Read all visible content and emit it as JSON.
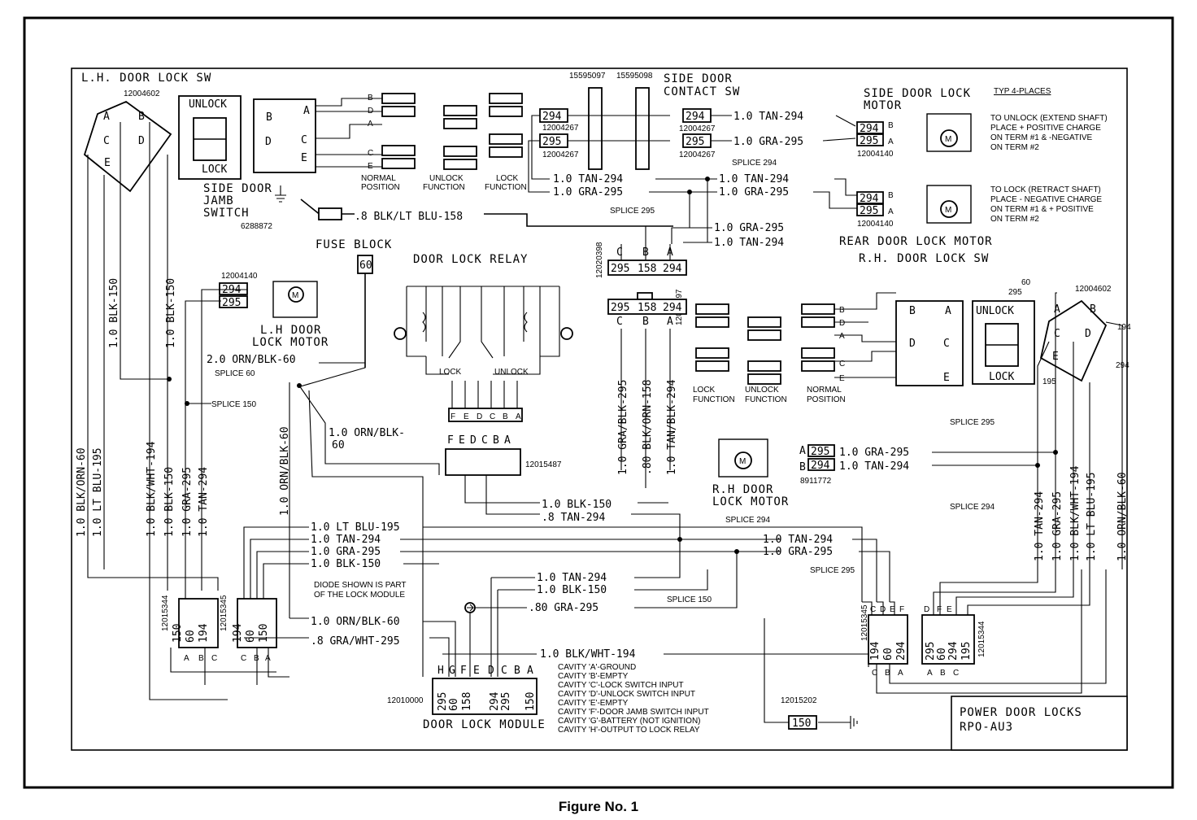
{
  "figure_caption": "Figure No. 1",
  "title_block": {
    "title": "POWER DOOR LOCKS",
    "rpo": "RPO-AU3"
  },
  "note_top": "TYP 4-PLACES",
  "notes": {
    "unlock": [
      "TO UNLOCK (EXTEND SHAFT)",
      "PLACE + POSITIVE CHARGE",
      "ON TERM #1 & -NEGATIVE",
      "ON TERM #2"
    ],
    "lock": [
      "TO LOCK (RETRACT SHAFT)",
      "PLACE - NEGATIVE CHARGE",
      "ON TERM #1 & + POSITIVE",
      "ON TERM #2"
    ]
  },
  "components": {
    "lh_switch": "L.H. DOOR LOCK SW",
    "lh_switch_part": "12004602",
    "unlock": "UNLOCK",
    "lock": "LOCK",
    "side_jamb": [
      "SIDE DOOR",
      "JAMB",
      "SWITCH"
    ],
    "side_jamb_part": "6288872",
    "side_contact": [
      "SIDE DOOR",
      "CONTACT SW"
    ],
    "contact_parts": [
      "15595097",
      "15595098"
    ],
    "side_motor": [
      "SIDE DOOR LOCK",
      "MOTOR"
    ],
    "rear_motor": "REAR DOOR LOCK MOTOR",
    "rh_switch": "R.H. DOOR LOCK SW",
    "rh_switch_part": "12004602",
    "lh_motor": [
      "L.H DOOR",
      "LOCK MOTOR"
    ],
    "rh_motor": [
      "R.H DOOR",
      "LOCK MOTOR"
    ],
    "fuse_block": "FUSE BLOCK",
    "fuse": "60",
    "relay": "DOOR LOCK RELAY",
    "relay_lock": "LOCK",
    "relay_unlock": "UNLOCK",
    "module": "DOOR LOCK MODULE",
    "module_part": "12010000",
    "diode_note": [
      "DIODE SHOWN IS PART",
      "OF THE LOCK MODULE"
    ],
    "ground_part": "12015202",
    "ground_circuit": "150"
  },
  "switch_positions": [
    "NORMAL",
    "POSITION",
    "UNLOCK",
    "FUNCTION",
    "LOCK",
    "FUNCTION"
  ],
  "connector_parts": {
    "c12004267": "12004267",
    "c12004140": "12004140",
    "c12020398": "12020398",
    "c12020397": "12020397",
    "c12015487": "12015487",
    "c12015344": "12015344",
    "c12015345": "12015345",
    "c8911772": "8911772"
  },
  "circuits": {
    "tan294": "1.0 TAN-294",
    "gra295": "1.0 GRA-295",
    "blkltblu158": ".8 BLK/LT BLU-158",
    "ornblk60_2": "2.0 ORN/BLK-60",
    "ornblk60_1": "1.0 ORN/BLK-",
    "ornblk60_cont": "60",
    "ltblu195": "1.0 LT BLU-195",
    "blk150": "1.0 BLK-150",
    "tan294_8": ".8 TAN-294",
    "gra295_80": ".80 GRA-295",
    "ornblk60": "1.0 ORN/BLK-60",
    "grawht295": ".8 GRA/WHT-295",
    "blkwht194": "1.0 BLK/WHT-194"
  },
  "vertical_circuits": {
    "left": [
      "1.0 BLK/ORN-60",
      "1.0 LT BLU-195",
      "1.0 BLK/WHT-194",
      "1.0 BLK-150",
      "1.0 GRA-295",
      "1.0 TAN-294",
      "1.0 ORN/BLK-60",
      "1.0 BLK-150",
      "1.0 BLK-150"
    ],
    "relay": [
      "1.0 GRA/BLK-295",
      ".80 BLK/ORN-158",
      "1.0 TAN/BLK-294"
    ],
    "right": [
      "1.0 TAN-294",
      "1.0 GRA-295",
      "1.0 BLK/WHT-194",
      "1.0 LT BLU-195",
      "1.0 ORN/BLK-60"
    ]
  },
  "splices": {
    "s294": "SPLICE 294",
    "s295": "SPLICE 295",
    "s60": "SPLICE 60",
    "s150": "SPLICE 150"
  },
  "cavities": [
    "CAVITY 'A'-GROUND",
    "CAVITY 'B'-EMPTY",
    "CAVITY 'C'-LOCK SWITCH INPUT",
    "CAVITY 'D'-UNLOCK SWITCH INPUT",
    "CAVITY 'E'-EMPTY",
    "CAVITY 'F'-DOOR JAMB SWITCH INPUT",
    "CAVITY 'G'-BATTERY (NOT IGNITION)",
    "CAVITY 'H'-OUTPUT TO LOCK RELAY"
  ],
  "connector_numbers": {
    "n294": "294",
    "n295": "295",
    "n158": "158",
    "n150": "150",
    "n60": "60",
    "n194": "194",
    "n195": "195"
  },
  "pin_letters": {
    "A": "A",
    "B": "B",
    "C": "C",
    "D": "D",
    "E": "E",
    "F": "F",
    "G": "G",
    "H": "H"
  }
}
